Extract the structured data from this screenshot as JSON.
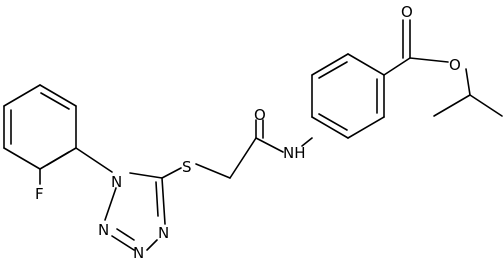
{
  "molecule": {
    "atom_labels": {
      "oxygen_carbonyl_ester": "O",
      "oxygen_ether_ester": "O",
      "oxygen_amide": "O",
      "nitrogen_amide": "NH",
      "sulfur": "S",
      "fluorine": "F",
      "nitrogen_n1": "N",
      "nitrogen_n2": "N",
      "nitrogen_n3": "N",
      "nitrogen_n4": "N"
    }
  }
}
